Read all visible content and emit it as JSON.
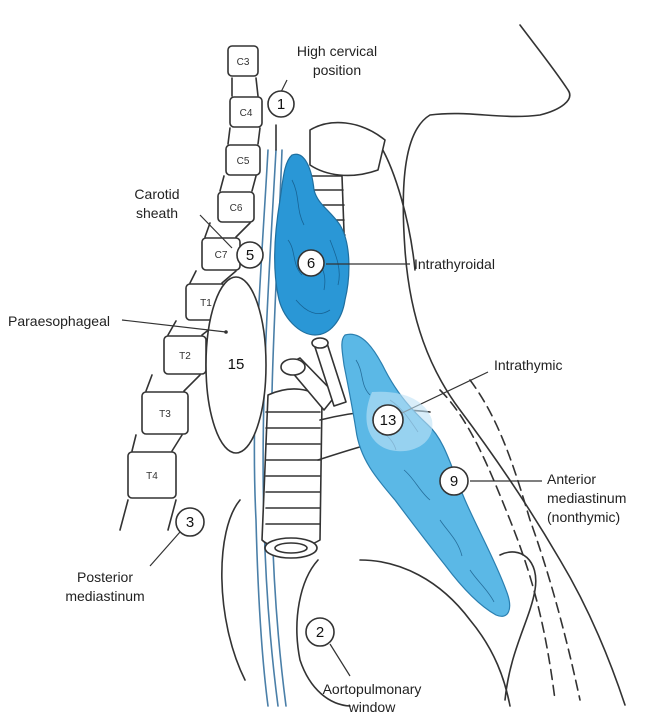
{
  "labels": {
    "high_cervical_1": "High cervical",
    "high_cervical_2": "position",
    "carotid_1": "Carotid",
    "carotid_2": "sheath",
    "paraesophageal": "Paraesophageal",
    "intrathyroidal": "Intrathyroidal",
    "intrathymic": "Intrathymic",
    "anterior_1": "Anterior",
    "anterior_2": "mediastinum",
    "anterior_3": "(nonthymic)",
    "posterior_1": "Posterior",
    "posterior_2": "mediastinum",
    "aortopulmonary_1": "Aortopulmonary",
    "aortopulmonary_2": "window"
  },
  "vertebrae": [
    "C3",
    "C4",
    "C5",
    "C6",
    "C7",
    "T1",
    "T2",
    "T3",
    "T4"
  ],
  "markers": [
    "1",
    "5",
    "6",
    "15",
    "13",
    "9",
    "3",
    "2"
  ],
  "colors": {
    "gland": "#2a97d6",
    "gland_light": "#5bb8e6",
    "line": "#333333"
  }
}
